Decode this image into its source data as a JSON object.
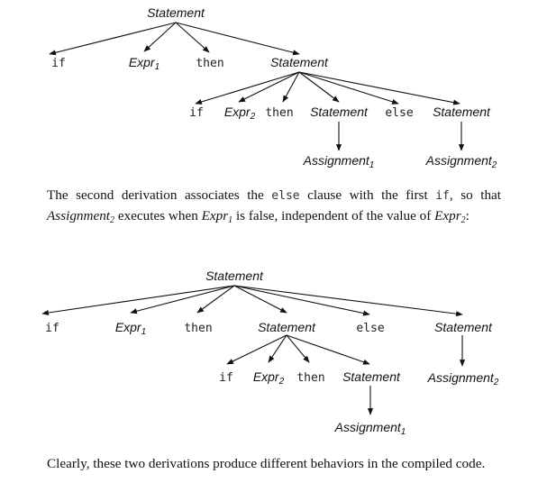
{
  "tree1": {
    "root": "Statement",
    "children": [
      "if",
      "Expr",
      "then",
      "Statement"
    ],
    "expr_sub": "1",
    "inner": [
      "if",
      "Expr",
      "then",
      "Statement",
      "else",
      "Statement"
    ],
    "inner_expr_sub": "2",
    "leaf_a": "Assignment",
    "leaf_a_sub": "1",
    "leaf_b": "Assignment",
    "leaf_b_sub": "2"
  },
  "paragraph1": {
    "part1": "The second derivation associates the ",
    "kw_else": "else",
    "part2": " clause with the first ",
    "kw_if": "if",
    "part3": ", so that ",
    "assign": "Assignment",
    "assign_sub": "2",
    "part4": " executes when ",
    "expr1": "Expr",
    "expr1_sub": "1",
    "part5": " is false, independent of the value of ",
    "expr2": "Expr",
    "expr2_sub": "2",
    "part6": ":"
  },
  "tree2": {
    "root": "Statement",
    "children": [
      "if",
      "Expr",
      "then",
      "Statement",
      "else",
      "Statement"
    ],
    "expr_sub": "1",
    "inner": [
      "if",
      "Expr",
      "then",
      "Statement"
    ],
    "inner_expr_sub": "2",
    "leaf_a": "Assignment",
    "leaf_a_sub": "1",
    "leaf_b": "Assignment",
    "leaf_b_sub": "2"
  },
  "paragraph2": {
    "text": "Clearly, these two derivations produce different behaviors in the compiled code."
  }
}
